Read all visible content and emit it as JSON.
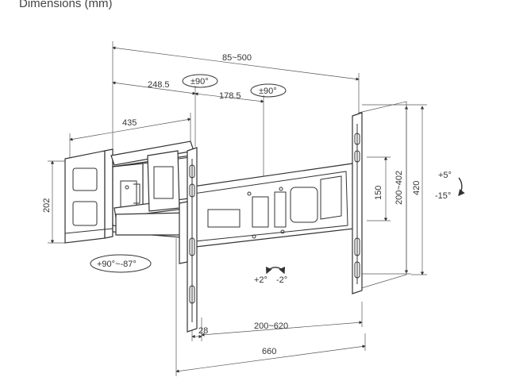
{
  "title": "Dimensions (mm)",
  "dimensions": {
    "arm_extension": "85~500",
    "arm_segment_1": "248.5",
    "arm_segment_2": "178.5",
    "swivel_1": "±90°",
    "swivel_2": "±90°",
    "wall_plate_width": "435",
    "wall_plate_height": "202",
    "wall_swivel": "+90°~-87°",
    "rotation_plus": "+2°",
    "rotation_minus": "-2°",
    "bracket_offset": "28",
    "vesa_horizontal": "200~620",
    "total_width": "660",
    "vesa_vertical_min": "150",
    "vesa_vertical_range": "200~402",
    "total_height": "420",
    "tilt_up": "+5°",
    "tilt_down": "-15°"
  }
}
